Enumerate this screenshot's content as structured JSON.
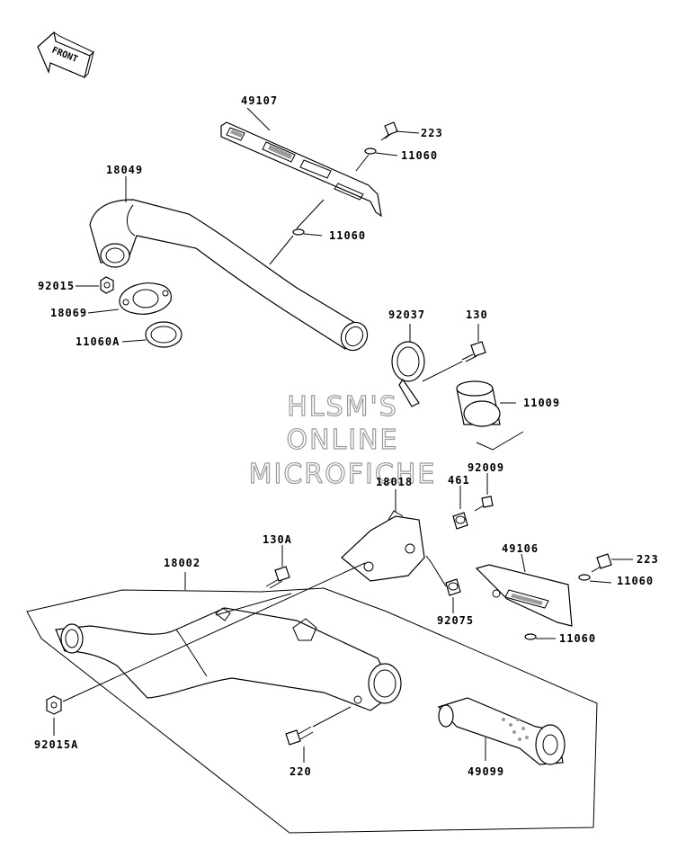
{
  "front_arrow": {
    "label": "FRONT"
  },
  "watermark": [
    "HLSM'S",
    "ONLINE",
    "MICROFICHE"
  ],
  "labels": {
    "p49107": "49107",
    "p223_top": "223",
    "p11060_a": "11060",
    "p18049": "18049",
    "p11060_b": "11060",
    "p92015": "92015",
    "p18069": "18069",
    "p11060A": "11060A",
    "p92037": "92037",
    "p130": "130",
    "p11009": "11009",
    "p18018": "18018",
    "p461": "461",
    "p92009": "92009",
    "p130A": "130A",
    "p18002": "18002",
    "p49106": "49106",
    "p223_bot": "223",
    "p11060_c": "11060",
    "p92075": "92075",
    "p11060_d": "11060",
    "p92015A": "92015A",
    "p220": "220",
    "p49099": "49099"
  }
}
